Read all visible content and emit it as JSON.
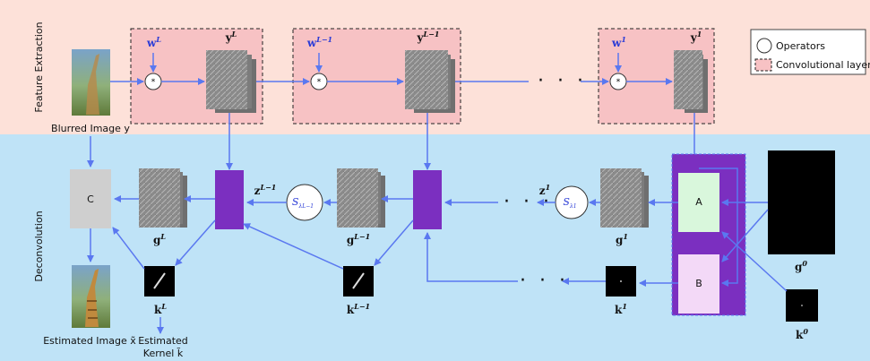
{
  "sections": {
    "feature_extraction": "Feature Extraction",
    "deconvolution": "Deconvolution"
  },
  "legend": {
    "operators": "Operators",
    "conv_layers": "Convolutional layers"
  },
  "top": {
    "input_label": "Blurred Image y",
    "filters": [
      {
        "base": "w",
        "sup": "L"
      },
      {
        "base": "w",
        "sup": "L−1"
      },
      {
        "base": "w",
        "sup": "1"
      }
    ],
    "outputs": [
      {
        "base": "y",
        "sup": "L"
      },
      {
        "base": "y",
        "sup": "L−1"
      },
      {
        "base": "y",
        "sup": "1"
      }
    ],
    "operator_symbol": "*",
    "ellipsis": "· · ·"
  },
  "bottom": {
    "c_label": "C",
    "a_label": "A",
    "b_label": "B",
    "g": [
      {
        "base": "g",
        "sup": "L"
      },
      {
        "base": "g",
        "sup": "L−1"
      },
      {
        "base": "g",
        "sup": "1"
      },
      {
        "base": "g",
        "sup": "0"
      }
    ],
    "z": [
      {
        "base": "z",
        "sup": "L−1"
      },
      {
        "base": "z",
        "sup": "1"
      }
    ],
    "s": [
      {
        "base": "S",
        "sub": "λL−1"
      },
      {
        "base": "S",
        "sub": "λ1"
      }
    ],
    "k": [
      {
        "base": "k",
        "sup": "L"
      },
      {
        "base": "k",
        "sup": "L−1"
      },
      {
        "base": "k",
        "sup": "1"
      },
      {
        "base": "k",
        "sup": "0"
      }
    ],
    "estimated_image": "Estimated Image x̃",
    "estimated_kernel_line1": "Estimated",
    "estimated_kernel_line2": "Kernel k̃",
    "ellipsis": "· · ·"
  },
  "colors": {
    "top_bg": "#fde1d9",
    "bottom_bg": "#bfe3f7",
    "layer_box": "#f7c2c4",
    "arrow": "#5a78f0",
    "purple": "#7b2fc0",
    "a_box": "#d9f7dc",
    "b_box": "#f3d9f7",
    "c_box": "#cfcfcf"
  }
}
